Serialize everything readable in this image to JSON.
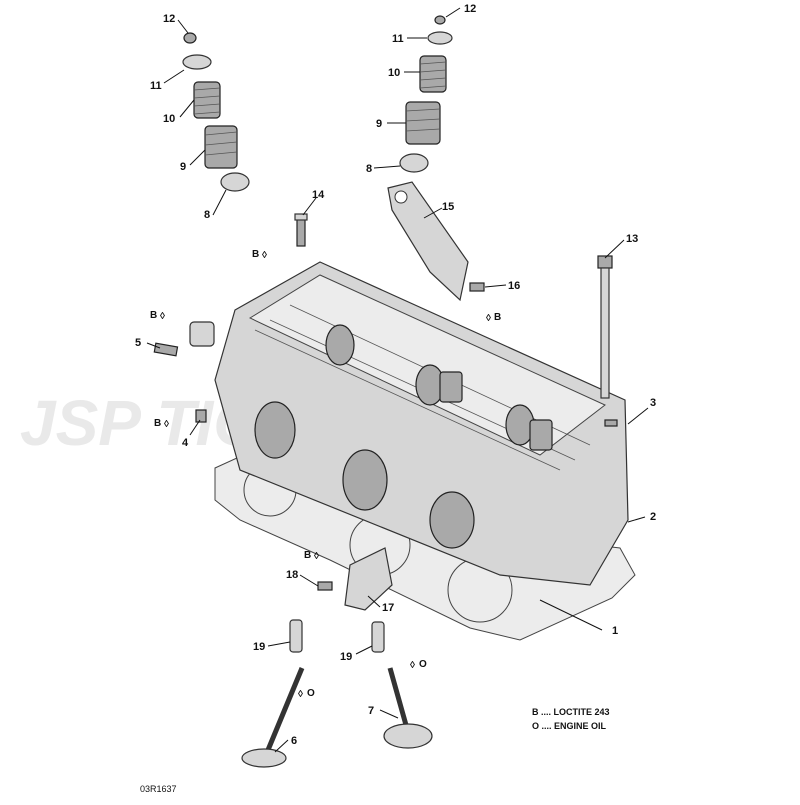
{
  "watermark": "JSP   TION",
  "reference": "03R1637",
  "legend": [
    {
      "code": "B",
      "text": "B .... LOCTITE 243"
    },
    {
      "code": "O",
      "text": "O .... ENGINE OIL"
    }
  ],
  "callouts": [
    "1",
    "2",
    "3",
    "4",
    "5",
    "6",
    "7",
    "8",
    "9",
    "10",
    "11",
    "12",
    "13",
    "14",
    "15",
    "16",
    "17",
    "18",
    "19"
  ],
  "markers": {
    "loctite": "B",
    "oil": "O"
  }
}
